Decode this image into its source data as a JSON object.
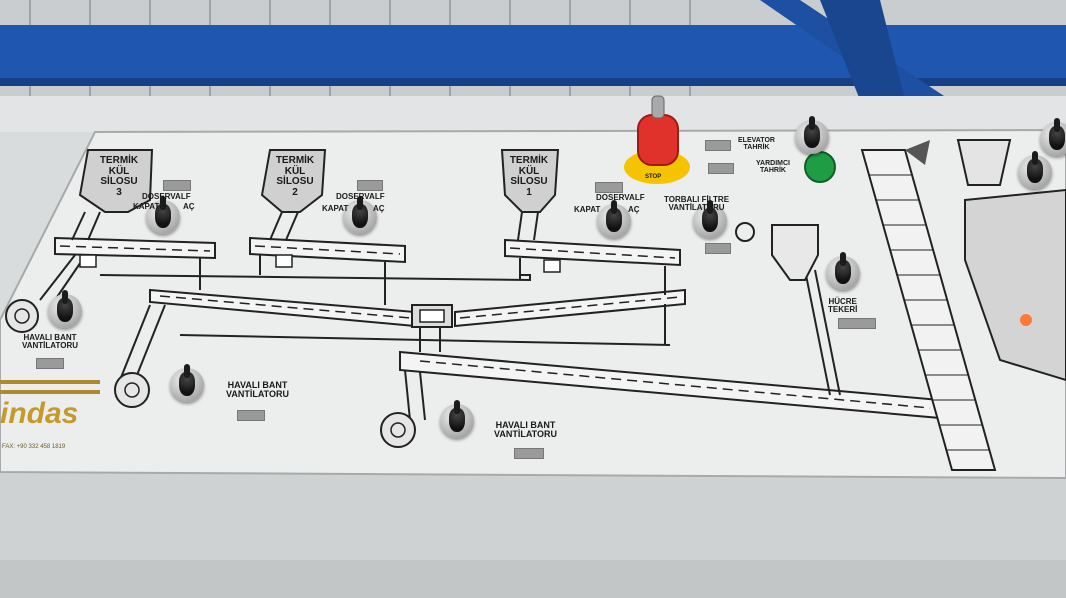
{
  "brand": {
    "logo_text": "indas",
    "fax_line": "FAX: +90 332 458 1819"
  },
  "emergency_stop": {
    "label": "STOP"
  },
  "silos": [
    {
      "name": "TERMİK\nKÜL\nSİLOSU\n3"
    },
    {
      "name": "TERMİK\nKÜL\nSİLOSU\n2"
    },
    {
      "name": "TERMİK\nKÜL\nSİLOSU\n1"
    }
  ],
  "controls": {
    "doservalf_3": "DOSERVALF",
    "kapat_3": "KAPAT",
    "ac_3": "AÇ",
    "doservalf_2": "DOSERVALF",
    "kapat_2": "KAPAT",
    "ac_2": "AÇ",
    "doservalf_1": "DOSERVALF",
    "kapat_1": "KAPAT",
    "ac_1": "AÇ",
    "torbali_filtre": "TORBALI FİLTRE\nVANTİLATORU",
    "elevator_tahrik": "ELEVATOR\nTAHRİK",
    "yardimci_tahrik": "YARDIMCI\nTAHRİK",
    "hucre_tekeri": "HÜCRE\nTEKERİ",
    "havali_bant_left": "HAVALI BANT\nVANTİLATORU",
    "havali_bant_mid": "HAVALI BANT\nVANTİLATORU",
    "havali_bant_bottom": "HAVALI BANT\nVANTİLATORU"
  },
  "colors": {
    "panel": "#e6e8e8",
    "stop_red": "#e0322a",
    "stop_ring": "#f5c400",
    "green_button": "#1f9d45",
    "frame_blue": "#1f56b0"
  }
}
